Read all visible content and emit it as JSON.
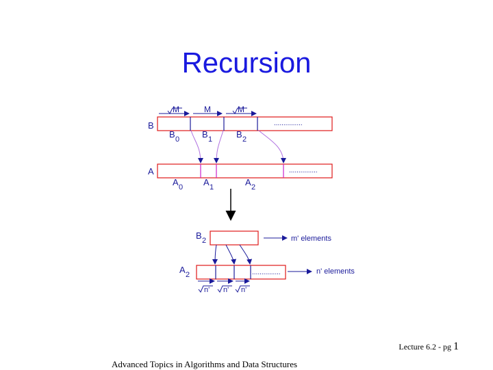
{
  "slide": {
    "title": "Recursion",
    "footer_lecture": "Lecture 6.2 - pg",
    "footer_page": "1",
    "footer_course": "Advanced Topics in Algorithms and Data Structures"
  },
  "diagram": {
    "top_block_labels": [
      "M",
      "M",
      "M"
    ],
    "row_b_label": "B",
    "row_a_label": "A",
    "b_blocks": [
      {
        "letter": "B",
        "sub": "0"
      },
      {
        "letter": "B",
        "sub": "1"
      },
      {
        "letter": "B",
        "sub": "2"
      }
    ],
    "a_blocks": [
      {
        "letter": "A",
        "sub": "0"
      },
      {
        "letter": "A",
        "sub": "1"
      },
      {
        "letter": "A",
        "sub": "2"
      }
    ],
    "dots": "...............",
    "b2_label": {
      "letter": "B",
      "sub": "2"
    },
    "a2_label": {
      "letter": "A",
      "sub": "2"
    },
    "m_elements": "m'  elements",
    "n_elements": "n' elements",
    "bottom_labels": [
      "n'",
      "n'",
      "n'"
    ]
  },
  "colors": {
    "title": "#1a1adf",
    "box_border": "#e01818",
    "divider": "#1a1a9a",
    "a_marker": "#cc22cc",
    "connector": "#b070e0",
    "label": "#1a1a9a"
  }
}
